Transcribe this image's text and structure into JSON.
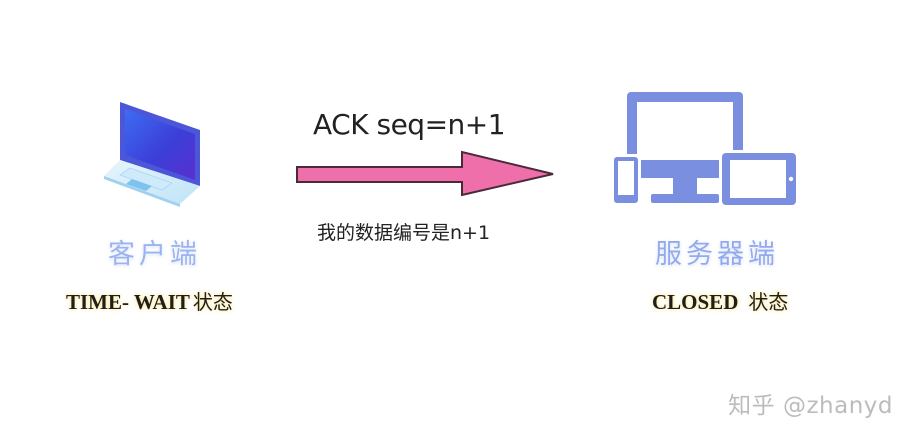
{
  "client": {
    "label": "客户端",
    "state_en": "TIME- WAIT",
    "state_zh": "状态",
    "icon": "laptop-icon"
  },
  "server": {
    "label": "服务器端",
    "state_en": "CLOSED",
    "state_zh": "状态",
    "icon": "monitor-tablet-phone-icon"
  },
  "message": {
    "label": "ACK seq=n+1",
    "note": "我的数据编号是n+1",
    "direction": "client-to-server"
  },
  "watermark": "知乎 @zhanyd",
  "colors": {
    "arrow_fill": "#ee6fa9",
    "arrow_stroke": "#4a2a3a",
    "client_label": "#9bb4f1",
    "server_label": "#93aaee",
    "server_icon": "#7a8fe0",
    "state_glow": "#ffd95a",
    "watermark": "#bcbcbc"
  }
}
